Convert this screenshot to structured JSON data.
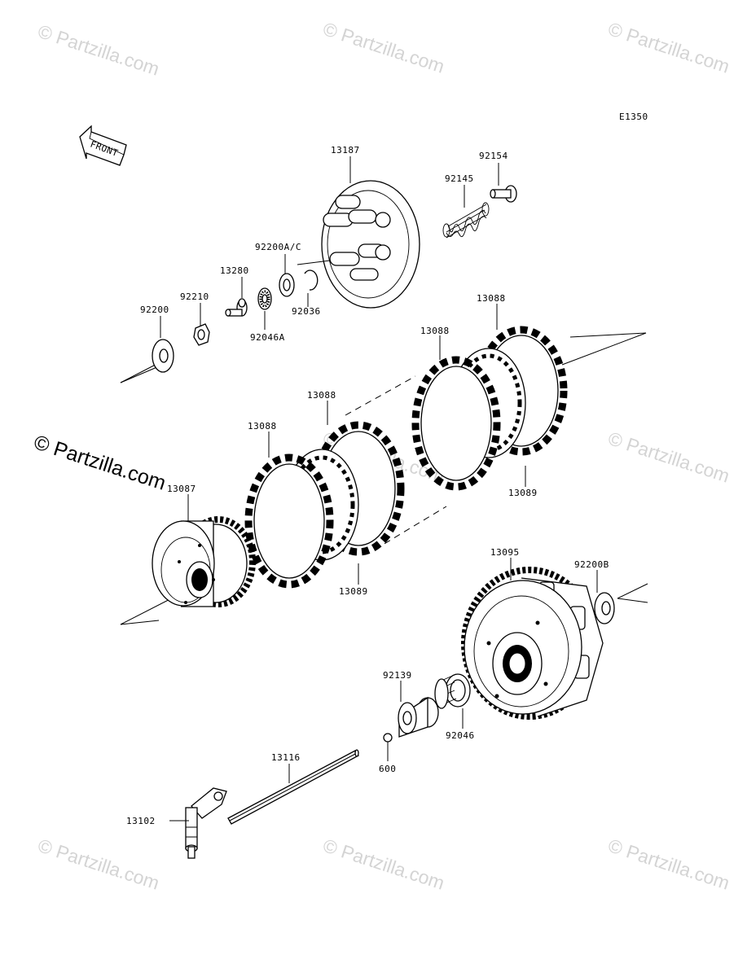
{
  "diagram": {
    "code": "E1350",
    "front_label": "FRONT",
    "watermark_text": "© Partzilla.com",
    "parts": {
      "pressure_plate": "13187",
      "bolt": "92154",
      "spring": "92145",
      "washer_ac": "92200A/C",
      "pusher": "13280",
      "nut": "92210",
      "bearing_a": "92046A",
      "circlip": "92036",
      "washer": "92200",
      "friction_plate_1": "13088",
      "friction_plate_2": "13088",
      "friction_plate_3": "13088",
      "friction_plate_4": "13088",
      "steel_plate_1": "13089",
      "steel_plate_2": "13089",
      "clutch_hub": "13087",
      "clutch_housing": "13095",
      "washer_b": "92200B",
      "sleeve": "92139",
      "needle_bearing": "92046",
      "ball": "600",
      "push_rod": "13116",
      "release_shaft": "13102"
    }
  }
}
